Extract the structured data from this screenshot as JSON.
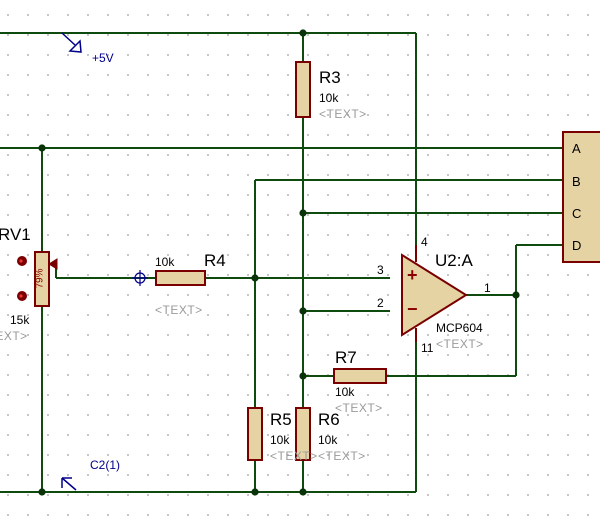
{
  "power": {
    "label": "+5V"
  },
  "rail": {
    "label": "C2(1)"
  },
  "rv1": {
    "ref": "RV1",
    "value": "15k",
    "text": "<TEXT>",
    "wiper": "79%"
  },
  "r3": {
    "ref": "R3",
    "value": "10k",
    "text": "<TEXT>"
  },
  "r4": {
    "ref": "R4",
    "value": "10k",
    "text": "<TEXT>"
  },
  "r5": {
    "ref": "R5",
    "value": "10k",
    "text": "<TEXT>"
  },
  "r6": {
    "ref": "R6",
    "value": "10k",
    "text": "<TEXT>"
  },
  "r7": {
    "ref": "R7",
    "value": "10k",
    "text": "<TEXT>"
  },
  "opamp": {
    "ref": "U2:A",
    "part": "MCP604",
    "text": "<TEXT>",
    "pins": {
      "noninv": "3",
      "inv": "2",
      "out": "1",
      "vpos": "4",
      "vneg": "11"
    },
    "plus": "+",
    "minus": "−"
  },
  "connector": {
    "pins": [
      "A",
      "B",
      "C",
      "D"
    ]
  },
  "colors": {
    "wire": "#0f4a0f",
    "component_outline": "#7a0000",
    "component_fill": "#e6d3a3",
    "net_label": "#00008b"
  }
}
